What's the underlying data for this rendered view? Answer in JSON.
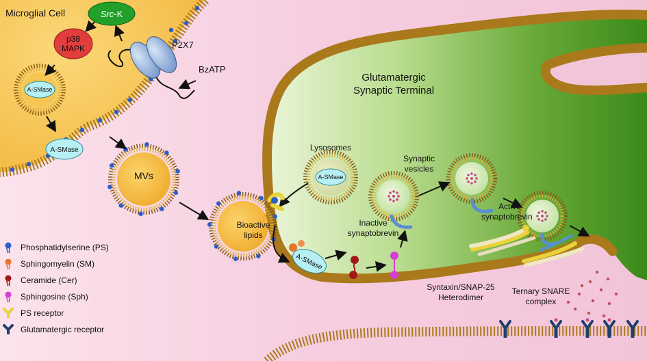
{
  "labels": {
    "microglial_cell": "Microglial Cell",
    "src_k_italic": "Src",
    "src_k_rest": "-K",
    "p38_line1": "p38",
    "p38_line2": "MAPK",
    "p2x7": "P2X7",
    "bzatp": "BzATP",
    "asmase": "A-SMase",
    "terminal_line1": "Glutamatergic",
    "terminal_line2": "Synaptic Terminal",
    "mvs": "MVs",
    "lysosomes": "Lysosomes",
    "synaptic_vesicles_line1": "Synaptic",
    "synaptic_vesicles_line2": "vesicles",
    "bioactive_line1": "Bioactive",
    "bioactive_line2": "lipids",
    "inactive_line1": "Inactive",
    "inactive_line2": "synaptobrevin",
    "active_line1": "Active",
    "active_line2": "synaptobrevin",
    "syntaxin_line1": "Syntaxin/SNAP-25",
    "syntaxin_line2": "Heterodimer",
    "ternary_line1": "Ternary SNARE",
    "ternary_line2": "complex"
  },
  "legend": [
    {
      "label": "Phosphatidylserine (PS)",
      "icon": "ps-icon",
      "color": "#2b5fc9"
    },
    {
      "label": "Sphingomyelin (SM)",
      "icon": "sm-icon",
      "color": "#e8742a"
    },
    {
      "label": "Ceramide (Cer)",
      "icon": "cer-icon",
      "color": "#a01818"
    },
    {
      "label": "Sphingosine (Sph)",
      "icon": "sph-icon",
      "color": "#d63fd6"
    },
    {
      "label": "PS receptor",
      "icon": "ps-receptor-icon",
      "color": "#e9d23a"
    },
    {
      "label": "Glutamatergic receptor",
      "icon": "glutamatergic-receptor-icon",
      "color": "#1f3f6e"
    }
  ],
  "colors": {
    "cell_fill": "#f6c652",
    "terminal_fill": "#3f8f1f",
    "membrane": "#b48a1f",
    "asmase_fill": "#b7f0f4",
    "p38_fill": "#e23d3d",
    "srck_fill": "#22a02a",
    "p2x7_fill": "#8fb0dc"
  }
}
